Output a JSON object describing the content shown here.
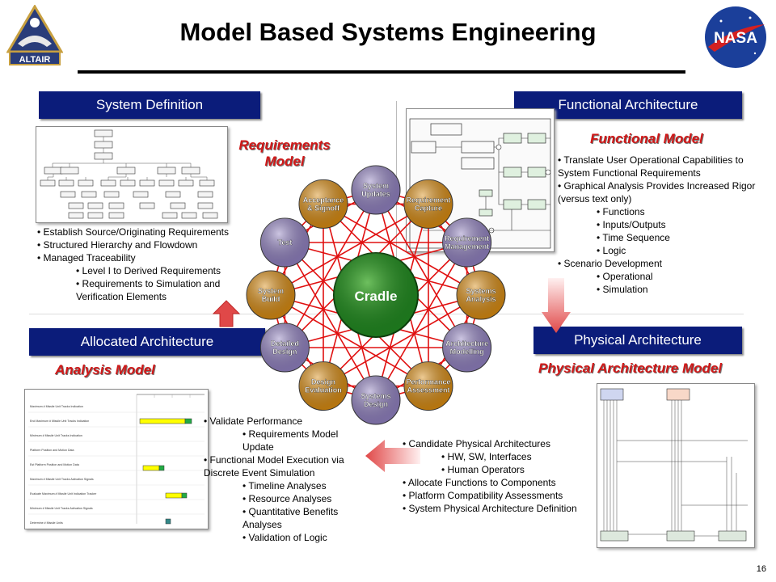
{
  "title": "Model Based Systems Engineering",
  "logos": {
    "left": "ALTAIR",
    "right": "NASA"
  },
  "page_number": "16",
  "quadrants": {
    "system_definition": {
      "header": "System Definition",
      "bullets": [
        {
          "text": "Establish Source/Originating Requirements",
          "level": 1
        },
        {
          "text": "Structured Hierarchy  and Flowdown",
          "level": 1
        },
        {
          "text": "Managed Traceability",
          "level": 1
        },
        {
          "text": "Level I to Derived Requirements",
          "level": 2
        },
        {
          "text": "Requirements to Simulation and Verification Elements",
          "level": 2
        }
      ]
    },
    "functional_architecture": {
      "header": "Functional Architecture",
      "model_label": "Functional Model",
      "bullets": [
        {
          "text": "Translate User Operational Capabilities to System Functional Requirements",
          "level": 1
        },
        {
          "text": "Graphical Analysis Provides Increased Rigor (versus text only)",
          "level": 1
        },
        {
          "text": "Functions",
          "level": 2
        },
        {
          "text": "Inputs/Outputs",
          "level": 2
        },
        {
          "text": "Time Sequence",
          "level": 2
        },
        {
          "text": "Logic",
          "level": 2
        },
        {
          "text": "Scenario Development",
          "level": 1
        },
        {
          "text": "Operational",
          "level": 2
        },
        {
          "text": "Simulation",
          "level": 2
        }
      ]
    },
    "allocated_architecture": {
      "header": "Allocated Architecture",
      "model_label": "Analysis Model",
      "bullets": [
        {
          "text": "Validate Performance",
          "level": 1
        },
        {
          "text": "Requirements Model Update",
          "level": 2
        },
        {
          "text": "Functional Model Execution via Discrete Event Simulation",
          "level": 1
        },
        {
          "text": "Timeline  Analyses",
          "level": 2
        },
        {
          "text": "Resource Analyses",
          "level": 2
        },
        {
          "text": "Quantitative Benefits Analyses",
          "level": 2
        },
        {
          "text": "Validation of Logic",
          "level": 2
        }
      ]
    },
    "physical_architecture": {
      "header": "Physical Architecture",
      "model_label": "Physical Architecture Model",
      "bullets": [
        {
          "text": "Candidate Physical Architectures",
          "level": 1
        },
        {
          "text": "HW, SW, Interfaces",
          "level": 2
        },
        {
          "text": "Human Operators",
          "level": 2
        },
        {
          "text": "Allocate Functions to Components",
          "level": 1
        },
        {
          "text": "Platform Compatibility Assessments",
          "level": 1
        },
        {
          "text": "System Physical Architecture Definition",
          "level": 1
        }
      ]
    }
  },
  "requirements_model_label": "Requirements Model",
  "center": {
    "label": "Cradle",
    "color": "#1f7a1f"
  },
  "ring_nodes": [
    {
      "label": "System Updates",
      "color": "#8f7fbf"
    },
    {
      "label": "Requirement Capture",
      "color": "#d78a10"
    },
    {
      "label": "Requirement Management",
      "color": "#8f7fbf"
    },
    {
      "label": "Systems Analysis",
      "color": "#d78a10"
    },
    {
      "label": "Architecture Modelling",
      "color": "#8f7fbf"
    },
    {
      "label": "Performance Assessment",
      "color": "#d78a10"
    },
    {
      "label": "Systems Design",
      "color": "#8f7fbf"
    },
    {
      "label": "Design Evaluation",
      "color": "#d78a10"
    },
    {
      "label": "Detailed Design",
      "color": "#8f7fbf"
    },
    {
      "label": "System Build",
      "color": "#d78a10"
    },
    {
      "label": "Test",
      "color": "#8f7fbf"
    },
    {
      "label": "Acceptance & Signoff",
      "color": "#d78a10"
    }
  ],
  "analysis_chart_rows": [
    "Maximum # Missile Unit Tracks Indication",
    "End Maximum # Missile Unit Tracks Indication",
    "Minimum # Missile Unit Tracks Indication",
    "Platform Position and Motion Data",
    "Est Platform Position and Motion Data",
    "Maximum # Missile Unit Tracks Activation Signals",
    "Evaluate Maximum # Missile Unit Indication Tracker",
    "Minimum # Missile Unit Tracks Activation Signals",
    "Determine # Missile Units"
  ],
  "colors": {
    "header_bar": "#0b1c7a",
    "model_label": "#d01818",
    "arrow": "#e04848",
    "net_line": "#e01010"
  }
}
